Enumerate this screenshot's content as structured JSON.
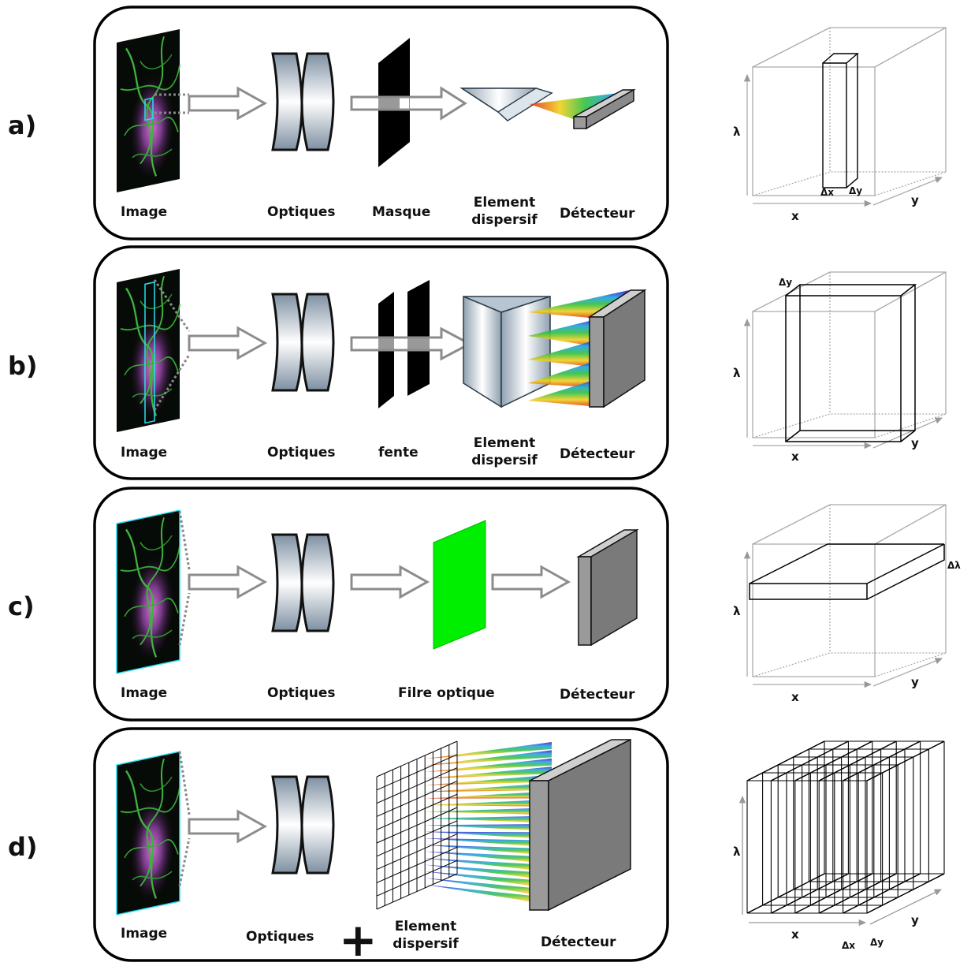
{
  "rows": [
    {
      "letter": "a)",
      "labels": {
        "image": "Image",
        "optics": "Optiques",
        "mask": "Masque",
        "dispersive_1": "Element",
        "dispersive_2": "dispersif",
        "detector": "Détecteur"
      },
      "cube": {
        "lambda": "λ",
        "x": "x",
        "y": "y",
        "dx": "Δx",
        "dy": "Δy"
      }
    },
    {
      "letter": "b)",
      "labels": {
        "image": "Image",
        "optics": "Optiques",
        "slit": "fente",
        "dispersive_1": "Element",
        "dispersive_2": "dispersif",
        "detector": "Détecteur"
      },
      "cube": {
        "lambda": "λ",
        "x": "x",
        "y": "y",
        "dy": "Δy"
      }
    },
    {
      "letter": "c)",
      "labels": {
        "image": "Image",
        "optics": "Optiques",
        "filter": "Filre optique",
        "detector": "Détecteur"
      },
      "cube": {
        "lambda": "λ",
        "x": "x",
        "y": "y",
        "dl": "Δλ"
      }
    },
    {
      "letter": "d)",
      "labels": {
        "image": "Image",
        "optics": "Optiques",
        "plus": "+",
        "dispersive_1": "Element",
        "dispersive_2": "dispersif",
        "detector": "Détecteur"
      },
      "cube": {
        "lambda": "λ",
        "x": "x",
        "y": "y",
        "dx": "Δx",
        "dy": "Δy"
      }
    }
  ],
  "colors": {
    "filter_green": "#00ee00",
    "detector_gray": "#7a7a7a",
    "lens_steel": "#9aaab8",
    "arrow_gray": "#888888"
  }
}
